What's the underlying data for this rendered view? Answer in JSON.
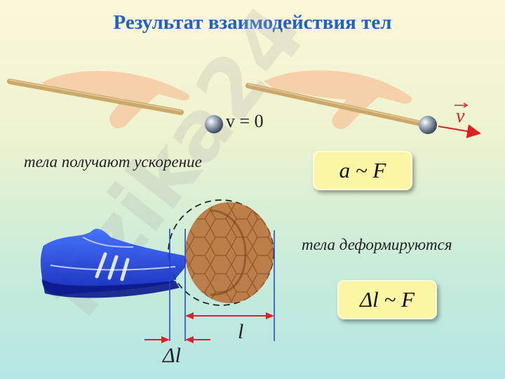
{
  "title": "Результат взаимодействия тел",
  "top_scene": {
    "rest_label": "v = 0",
    "moving_label": "v"
  },
  "acceleration": {
    "caption": "тела получают ускорение",
    "formula": "a ~ F"
  },
  "deformation": {
    "caption": "тела деформируются",
    "formula": "Δl ~ F",
    "length_label": "l",
    "delta_label": "Δl"
  },
  "watermark": "fizika24",
  "colors": {
    "title": "#2060c8",
    "formula_box": "#fbf6a4",
    "arrow": "#e02020",
    "measure_line": "#2040d0",
    "ball_fill": "#b86b30",
    "shoe": "#1840e0"
  }
}
